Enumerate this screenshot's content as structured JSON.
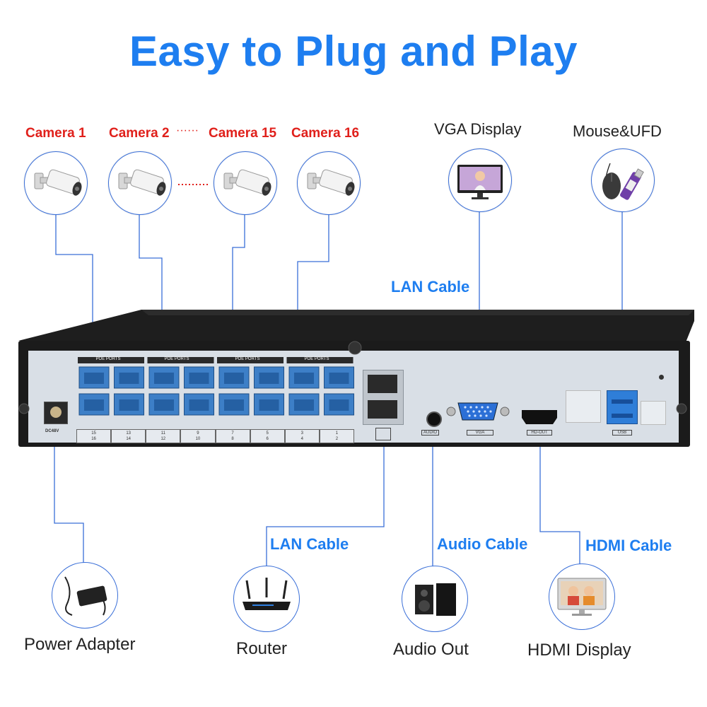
{
  "title": "Easy to Plug and Play",
  "cameras": {
    "cam1": "Camera 1",
    "cam2": "Camera 2",
    "dots": "······",
    "cam15": "Camera 15",
    "cam16": "Camera 16"
  },
  "devices": {
    "vga_display": "VGA Display",
    "mouse_ufd": "Mouse&UFD",
    "power_adapter": "Power Adapter",
    "router": "Router",
    "audio_out": "Audio Out",
    "hdmi_display": "HDMI Display"
  },
  "cables": {
    "lan_top": "LAN Cable",
    "lan_bottom": "LAN Cable",
    "audio": "Audio Cable",
    "hdmi": "HDMI Cable"
  },
  "nvr": {
    "poe_group_label": "POE PORTS",
    "port_numbers_top": [
      "15",
      "13",
      "11",
      "9",
      "7",
      "5",
      "3",
      "1"
    ],
    "port_numbers_bottom": [
      "16",
      "14",
      "12",
      "10",
      "8",
      "6",
      "4",
      "2"
    ],
    "dc_label": "DC48V",
    "audio_label": "AUDIO",
    "vga_label": "VGA",
    "hdout_label": "HD-OUT",
    "usb_label": "USB"
  },
  "colors": {
    "accent_blue": "#1e7ef0",
    "camera_red": "#e0201b",
    "port_blue": "#3d7fc7",
    "line_blue": "#3a6fd8",
    "chassis": "#1b1b1b",
    "panel": "#d9dfe6"
  },
  "icons": [
    "bullet-camera-icon",
    "monitor-icon",
    "mouse-icon",
    "usb-drive-icon",
    "power-adapter-icon",
    "router-icon",
    "speaker-icon",
    "hdmi-monitor-icon"
  ]
}
